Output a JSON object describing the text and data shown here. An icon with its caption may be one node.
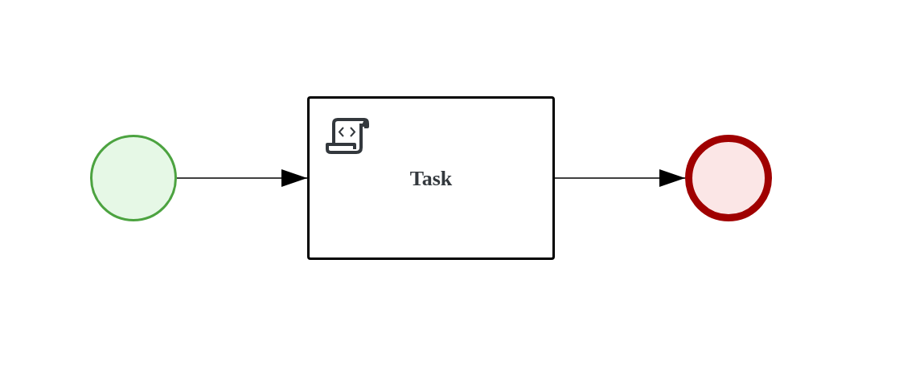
{
  "diagram": {
    "nodes": [
      {
        "text": [],
        "shape": "circle"
      },
      {
        "text": [
          "Task"
        ]
      },
      {
        "text": [],
        "shape": "circle"
      }
    ],
    "edges": [
      {
        "from": 0,
        "to": 1,
        "arrow": "to"
      },
      {
        "from": 1,
        "to": 2,
        "arrow": "to"
      }
    ]
  }
}
